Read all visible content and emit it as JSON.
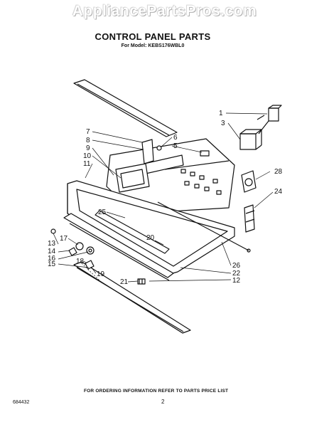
{
  "watermark": "AppliancePartsPros.com",
  "title": "CONTROL PANEL PARTS",
  "subtitle": "For Model: KEBS176WBL0",
  "footer_note": "FOR ORDERING INFORMATION REFER TO PARTS PRICE LIST",
  "doc_code": "684432",
  "page_number": "2",
  "callouts": [
    "1",
    "3",
    "7",
    "8",
    "6",
    "5",
    "9",
    "10",
    "11",
    "28",
    "24",
    "25",
    "20",
    "13",
    "17",
    "14",
    "16",
    "18",
    "15",
    "19",
    "21",
    "26",
    "22",
    "12"
  ]
}
